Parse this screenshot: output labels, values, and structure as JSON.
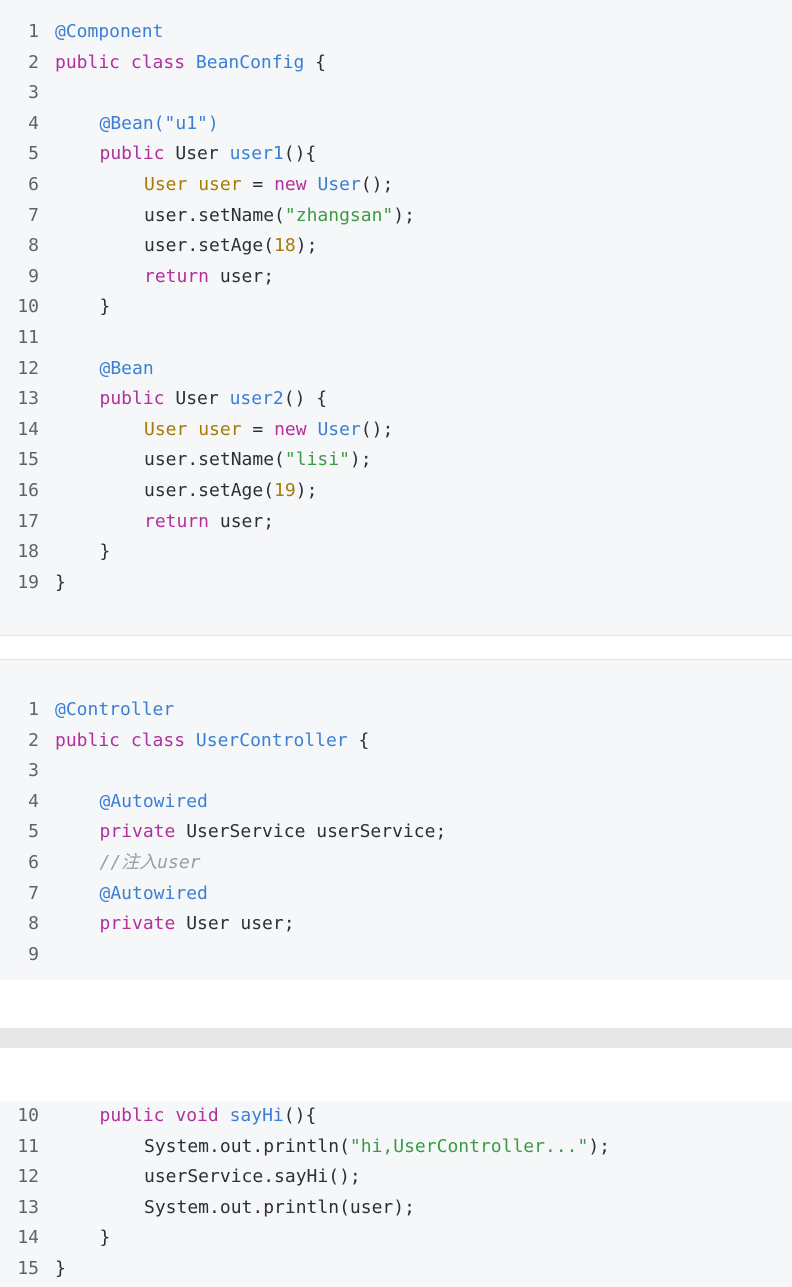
{
  "blocks": [
    {
      "lines": [
        {
          "n": "1",
          "indent": 0,
          "tokens": [
            {
              "t": "@Component",
              "c": "ann"
            }
          ]
        },
        {
          "n": "2",
          "indent": 0,
          "tokens": [
            {
              "t": "public",
              "c": "kw"
            },
            {
              "t": " ",
              "c": "plain"
            },
            {
              "t": "class",
              "c": "kw"
            },
            {
              "t": " ",
              "c": "plain"
            },
            {
              "t": "BeanConfig",
              "c": "fn"
            },
            {
              "t": " {",
              "c": "plain"
            }
          ]
        },
        {
          "n": "3",
          "indent": 0,
          "tokens": []
        },
        {
          "n": "4",
          "indent": 1,
          "tokens": [
            {
              "t": "@Bean(\"u1\")",
              "c": "ann"
            }
          ]
        },
        {
          "n": "5",
          "indent": 1,
          "tokens": [
            {
              "t": "public",
              "c": "kw"
            },
            {
              "t": " User ",
              "c": "plain"
            },
            {
              "t": "user1",
              "c": "fn"
            },
            {
              "t": "(){",
              "c": "plain"
            }
          ]
        },
        {
          "n": "6",
          "indent": 2,
          "tokens": [
            {
              "t": "User",
              "c": "type"
            },
            {
              "t": " ",
              "c": "plain"
            },
            {
              "t": "user",
              "c": "type"
            },
            {
              "t": " = ",
              "c": "plain"
            },
            {
              "t": "new",
              "c": "kw"
            },
            {
              "t": " ",
              "c": "plain"
            },
            {
              "t": "User",
              "c": "fn"
            },
            {
              "t": "();",
              "c": "plain"
            }
          ]
        },
        {
          "n": "7",
          "indent": 2,
          "tokens": [
            {
              "t": "user.setName(",
              "c": "plain"
            },
            {
              "t": "\"zhangsan\"",
              "c": "str"
            },
            {
              "t": ");",
              "c": "plain"
            }
          ]
        },
        {
          "n": "8",
          "indent": 2,
          "tokens": [
            {
              "t": "user.setAge(",
              "c": "plain"
            },
            {
              "t": "18",
              "c": "num"
            },
            {
              "t": ");",
              "c": "plain"
            }
          ]
        },
        {
          "n": "9",
          "indent": 2,
          "tokens": [
            {
              "t": "return",
              "c": "kw"
            },
            {
              "t": " user;",
              "c": "plain"
            }
          ]
        },
        {
          "n": "10",
          "indent": 1,
          "tokens": [
            {
              "t": "}",
              "c": "plain"
            }
          ]
        },
        {
          "n": "11",
          "indent": 0,
          "tokens": []
        },
        {
          "n": "12",
          "indent": 1,
          "tokens": [
            {
              "t": "@Bean",
              "c": "ann"
            }
          ]
        },
        {
          "n": "13",
          "indent": 1,
          "tokens": [
            {
              "t": "public",
              "c": "kw"
            },
            {
              "t": " User ",
              "c": "plain"
            },
            {
              "t": "user2",
              "c": "fn"
            },
            {
              "t": "() {",
              "c": "plain"
            }
          ]
        },
        {
          "n": "14",
          "indent": 2,
          "tokens": [
            {
              "t": "User",
              "c": "type"
            },
            {
              "t": " ",
              "c": "plain"
            },
            {
              "t": "user",
              "c": "type"
            },
            {
              "t": " = ",
              "c": "plain"
            },
            {
              "t": "new",
              "c": "kw"
            },
            {
              "t": " ",
              "c": "plain"
            },
            {
              "t": "User",
              "c": "fn"
            },
            {
              "t": "();",
              "c": "plain"
            }
          ]
        },
        {
          "n": "15",
          "indent": 2,
          "tokens": [
            {
              "t": "user.setName(",
              "c": "plain"
            },
            {
              "t": "\"lisi\"",
              "c": "str"
            },
            {
              "t": ");",
              "c": "plain"
            }
          ]
        },
        {
          "n": "16",
          "indent": 2,
          "tokens": [
            {
              "t": "user.setAge(",
              "c": "plain"
            },
            {
              "t": "19",
              "c": "num"
            },
            {
              "t": ");",
              "c": "plain"
            }
          ]
        },
        {
          "n": "17",
          "indent": 2,
          "tokens": [
            {
              "t": "return",
              "c": "kw"
            },
            {
              "t": " user;",
              "c": "plain"
            }
          ]
        },
        {
          "n": "18",
          "indent": 1,
          "tokens": [
            {
              "t": "}",
              "c": "plain"
            }
          ]
        },
        {
          "n": "19",
          "indent": 0,
          "tokens": [
            {
              "t": "}",
              "c": "plain"
            }
          ]
        }
      ]
    },
    {
      "lines": [
        {
          "n": "1",
          "indent": 0,
          "tokens": [
            {
              "t": "@Controller",
              "c": "ann"
            }
          ]
        },
        {
          "n": "2",
          "indent": 0,
          "tokens": [
            {
              "t": "public",
              "c": "kw"
            },
            {
              "t": " ",
              "c": "plain"
            },
            {
              "t": "class",
              "c": "kw"
            },
            {
              "t": " ",
              "c": "plain"
            },
            {
              "t": "UserController",
              "c": "fn"
            },
            {
              "t": " {",
              "c": "plain"
            }
          ]
        },
        {
          "n": "3",
          "indent": 0,
          "tokens": []
        },
        {
          "n": "4",
          "indent": 1,
          "tokens": [
            {
              "t": "@Autowired",
              "c": "ann"
            }
          ]
        },
        {
          "n": "5",
          "indent": 1,
          "tokens": [
            {
              "t": "private",
              "c": "kw"
            },
            {
              "t": " UserService userService;",
              "c": "plain"
            }
          ]
        },
        {
          "n": "6",
          "indent": 1,
          "tokens": [
            {
              "t": "//注入user",
              "c": "cm"
            }
          ]
        },
        {
          "n": "7",
          "indent": 1,
          "tokens": [
            {
              "t": "@Autowired",
              "c": "ann"
            }
          ]
        },
        {
          "n": "8",
          "indent": 1,
          "tokens": [
            {
              "t": "private",
              "c": "kw"
            },
            {
              "t": " User user;",
              "c": "plain"
            }
          ]
        },
        {
          "n": "9",
          "indent": 0,
          "tokens": []
        }
      ]
    },
    {
      "lines": [
        {
          "n": "10",
          "indent": 1,
          "tokens": [
            {
              "t": "public",
              "c": "kw"
            },
            {
              "t": " ",
              "c": "plain"
            },
            {
              "t": "void",
              "c": "kw"
            },
            {
              "t": " ",
              "c": "plain"
            },
            {
              "t": "sayHi",
              "c": "fn"
            },
            {
              "t": "(){",
              "c": "plain"
            }
          ]
        },
        {
          "n": "11",
          "indent": 2,
          "tokens": [
            {
              "t": "System.out.println(",
              "c": "plain"
            },
            {
              "t": "\"hi,UserController...\"",
              "c": "str"
            },
            {
              "t": ");",
              "c": "plain"
            }
          ]
        },
        {
          "n": "12",
          "indent": 2,
          "tokens": [
            {
              "t": "userService.sayHi();",
              "c": "plain"
            }
          ]
        },
        {
          "n": "13",
          "indent": 2,
          "tokens": [
            {
              "t": "System.out.println(user);",
              "c": "plain"
            }
          ]
        },
        {
          "n": "14",
          "indent": 1,
          "tokens": [
            {
              "t": "}",
              "c": "plain"
            }
          ]
        },
        {
          "n": "15",
          "indent": 0,
          "tokens": [
            {
              "t": "}",
              "c": "plain"
            }
          ]
        }
      ]
    }
  ]
}
